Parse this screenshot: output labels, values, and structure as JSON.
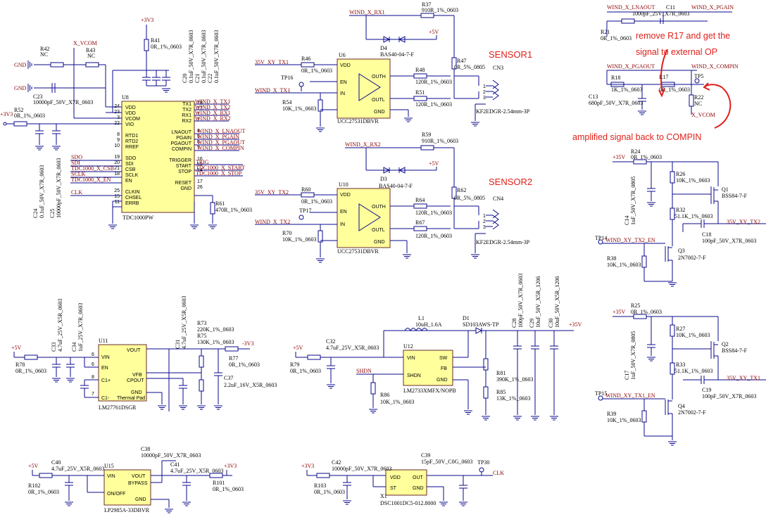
{
  "labels": {
    "sensor1": "SENSOR1",
    "sensor2": "SENSOR2",
    "note_remove": "remove R17 and get the",
    "note_signal": "signal to external OP",
    "note_amplified": "amplified signal back to COMPIN"
  },
  "parts": {
    "U8": {
      "ref": "U8",
      "value": "TDC1000PW",
      "left_pins": [
        "VDD",
        "VDD",
        "VCOM",
        "VIO",
        "",
        "RTD1",
        "RTD2",
        "RREF",
        "",
        "SDO",
        "SDI",
        "CSB",
        "SCLK",
        "EN",
        "",
        "CLKIN",
        "CHSEL",
        "ERRB"
      ],
      "left_nums": [
        "24",
        "23",
        "3",
        "22",
        "",
        "8",
        "9",
        "10",
        "",
        "19",
        "20",
        "21",
        "18",
        "",
        "",
        "25",
        "15",
        "11"
      ],
      "right_pins": [
        "TX1",
        "TX2",
        "RX1",
        "RX2",
        "",
        "LNAOUT",
        "PGAIN",
        "PGAOUT",
        "COMPIN",
        "",
        "TRIGGER",
        "START",
        "STOP",
        "",
        "RESET",
        "GND"
      ],
      "right_nums": [
        "28",
        "27",
        "1",
        "2",
        "",
        "4",
        "5",
        "6",
        "7",
        "",
        "16",
        "13",
        "14",
        "",
        "17",
        "26"
      ]
    },
    "U6": {
      "ref": "U6",
      "value": "UCC27531DBVR",
      "pins": [
        "VDD",
        "EN",
        "IN",
        "OUTH",
        "OUTL",
        "GND"
      ]
    },
    "U10": {
      "ref": "U10",
      "value": "UCC27531DBVR",
      "pins": [
        "VDD",
        "EN",
        "IN",
        "OUTH",
        "OUTL",
        "GND"
      ]
    },
    "U11": {
      "ref": "U11",
      "value": "LM27761DSGR",
      "pins": [
        "VIN",
        "EN",
        "C1+",
        "C1-",
        "VOUT",
        "VFB",
        "CPOUT",
        "GND",
        "Thermal Pad"
      ]
    },
    "U12": {
      "ref": "U12",
      "value": "LM2733XMFX/NOPB",
      "pins": [
        "VIN",
        "SHDN",
        "SW",
        "FB",
        "GND"
      ]
    },
    "U15": {
      "ref": "U15",
      "value": "LP2985A-33DBVR",
      "pins": [
        "VIN",
        "ON/OFF",
        "VOUT",
        "BYPASS",
        "GND"
      ]
    },
    "X1": {
      "ref": "X1",
      "value": "DSC1001DC5-012.8000",
      "pins": [
        "VDD",
        "ST",
        "OUT",
        "GND"
      ]
    }
  },
  "nets": {
    "x_vcom": "X_VCOM",
    "wind_x_tx1": "WIND_X_TX1",
    "wind_x_tx2": "WIND_X_TX2",
    "wind_x_rx1": "WIND_X_RX1",
    "wind_x_rx2": "WIND_X_RX2",
    "wind_x_lnaout": "WIND_X_LNAOUT",
    "wind_x_pgain": "WIND_X_PGAIN",
    "wind_x_pgaout": "WIND_X_PGAOUT",
    "wind_x_compin": "WIND_X_COMPIN",
    "trig": "TRIG",
    "start": "TDC1000_X_START",
    "stop": "TDC1000_X_STOP",
    "sdo": "SDO",
    "sdi": "SDI",
    "csb": "TDC1000_X_CSB",
    "sclk": "SCLK",
    "en": "TDC1000_X_EN",
    "clk": "CLK",
    "xy_tx1": "35V_XY_TX1",
    "xy_tx2": "35V_XY_TX2",
    "wind_xy_tx2_en": "WIND_XY_TX2_EN",
    "wind_xy_tx1_en": "WIND_XY_TX1_EN",
    "shdn": "SHDN"
  },
  "power": {
    "p3v3": "+3V3",
    "n3v3": "-3V3",
    "p5v": "+5V",
    "p35v": "+35V",
    "gnd": "GND"
  },
  "components": {
    "r42": [
      "R42",
      "NC"
    ],
    "r43": [
      "R43",
      "NC"
    ],
    "r41": [
      "R41",
      "0R_1%_0603"
    ],
    "c23": [
      "C23",
      "10000pF_50V_X7R_0603"
    ],
    "r52": [
      "R52",
      "0R_1%_0603"
    ],
    "c20": [
      "C20",
      "0.1uF_50V_X7R_0603"
    ],
    "c21": [
      "C21",
      "0.1uF_50V_X7R_0603"
    ],
    "c22": [
      "C22",
      "0.1uF_50V_X7R_0603"
    ],
    "c24": [
      "C24",
      "0.1uF_50V_X7R_0603"
    ],
    "c25": [
      "C25",
      "10000pF_50V_X7R_0603"
    ],
    "r61": [
      "R61",
      "470R_1%_0603"
    ],
    "r46": [
      "R46",
      "0R_1%_0603"
    ],
    "r54": [
      "R54",
      "10K_1%_0603"
    ],
    "tp16": [
      "TP16",
      ""
    ],
    "d4": [
      "D4",
      "BAS40-04-7-F"
    ],
    "r37": [
      "R37",
      "910R_1%_0603"
    ],
    "r47": [
      "R47",
      "0R_5%_0805"
    ],
    "r48": [
      "R48",
      "120R_1%_0603"
    ],
    "r51": [
      "R51",
      "120R_1%_0603"
    ],
    "cn3": [
      "CN3",
      "KF2EDGR-2.54mm-3P"
    ],
    "r60": [
      "R60",
      "0R_1%_0603"
    ],
    "r70": [
      "R70",
      "10K_1%_0603"
    ],
    "tp17": [
      "TP17",
      ""
    ],
    "d3": [
      "D3",
      "BAS40-04-7-F"
    ],
    "r59": [
      "R59",
      "910R_1%_0603"
    ],
    "r62": [
      "R62",
      "0R_5%_0805"
    ],
    "r64": [
      "R64",
      "120R_1%_0603"
    ],
    "r67": [
      "R67",
      "120R_1%_0603"
    ],
    "cn4": [
      "CN4",
      "KF2EDGR-2.54mm-3P"
    ],
    "c11": [
      "C11",
      "1000pF_25V_X7R_0603"
    ],
    "r21": [
      "R21",
      "0R_1%_0603"
    ],
    "r18": [
      "R18",
      "1K_1%_0603"
    ],
    "r17": [
      "R17",
      "0R_1%_0603"
    ],
    "c13": [
      "C13",
      "680pF_50V_X7R_0603"
    ],
    "r22": [
      "R22",
      "NC"
    ],
    "tp5": [
      "TP5",
      ""
    ],
    "r24": [
      "R24",
      "0R_1%_0603"
    ],
    "r26": [
      "R26",
      "10K_1%_0603"
    ],
    "r32": [
      "R32",
      "51.1K_1%_0603"
    ],
    "c14": [
      "C14",
      "1uF_50V_X7R_0805"
    ],
    "c18": [
      "C18",
      "100pF_50V_X7R_0603"
    ],
    "q1": [
      "Q1",
      "BSS84-7-F"
    ],
    "q3": [
      "Q3",
      "2N7002-7-F"
    ],
    "r38": [
      "R38",
      "10K_1%_0603"
    ],
    "tp14": [
      "TP14",
      ""
    ],
    "r25": [
      "R25",
      "0R_1%_0603"
    ],
    "r27": [
      "R27",
      "10K_1%_0603"
    ],
    "r33": [
      "R33",
      "51.1K_1%_0603"
    ],
    "c17": [
      "C17",
      "1uF_50V_X7R_0805"
    ],
    "c19": [
      "C19",
      "100pF_50V_X7R_0603"
    ],
    "q2": [
      "Q2",
      "BSS84-7-F"
    ],
    "q4": [
      "Q4",
      "2N7002-7-F"
    ],
    "r39": [
      "R39",
      "10K_1%_0603"
    ],
    "tp15": [
      "TP15",
      ""
    ],
    "c33": [
      "C33",
      "4.7uF_25V_X5R_0603"
    ],
    "c34": [
      "C34",
      "1uF_25V_X7R_0603"
    ],
    "r78": [
      "R78",
      "0R_1%_0603"
    ],
    "c31": [
      "C31",
      "4.7uF_25V_X5R_0603"
    ],
    "r73": [
      "R73",
      "220K_1%_0603"
    ],
    "r75": [
      "R75",
      "130K_1%_0603"
    ],
    "r77": [
      "R77",
      "0R_1%_0603"
    ],
    "c37": [
      "C37",
      "2.2uF_16V_X5R_0603"
    ],
    "c32": [
      "C32",
      "4.7uF_25V_X5R_0603"
    ],
    "r79": [
      "R79",
      "0R_1%_0603"
    ],
    "l1": [
      "L1",
      "10uH_1.6A"
    ],
    "d1": [
      "D1",
      "SD103AWS-TP"
    ],
    "c28": [
      "C28",
      "100pF_50V_X7R_0603"
    ],
    "c29": [
      "C29",
      "10uF_50V_X5R_1206"
    ],
    "c30": [
      "C30",
      "10uF_50V_X5R_1206"
    ],
    "r81": [
      "R81",
      "390K_1%_0603"
    ],
    "r85": [
      "R85",
      "13K_1%_0603"
    ],
    "r86": [
      "R86",
      "10K_1%_0603"
    ],
    "c40": [
      "C40",
      "4.7uF_25V_X5R_0603"
    ],
    "r102": [
      "R102",
      "0R_1%_0603"
    ],
    "c38": [
      "C38",
      "10000pF_50V_X7R_0603"
    ],
    "c41": [
      "C41",
      "4.7uF_25V_X5R_0603"
    ],
    "r101": [
      "R101",
      "0R_1%_0603"
    ],
    "c42": [
      "C42",
      "10000pF_50V_X7R_0603"
    ],
    "r103": [
      "R103",
      "0R_1%_0603"
    ],
    "c39": [
      "C39",
      "15pF_50V_C0G_0603"
    ],
    "tp30": [
      "TP30",
      ""
    ]
  }
}
